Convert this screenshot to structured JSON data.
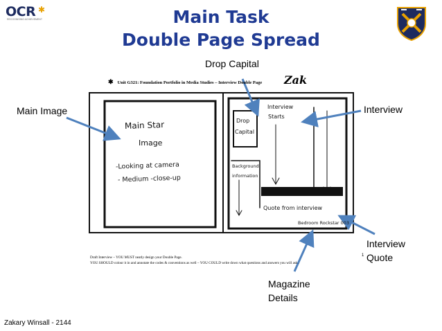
{
  "header": {
    "logo_text": "OCR",
    "logo_tagline": "RECOGNISING ACHIEVEMENT",
    "title_line1": "Main Task",
    "title_line2": "Double Page Spread"
  },
  "callouts": {
    "drop_capital": "Drop Capital",
    "main_image": "Main Image",
    "interview": "Interview",
    "interview_quote_line1": "Interview",
    "interview_quote_line2": "Quote",
    "magazine_details_line1": "Magazine",
    "magazine_details_line2": "Details"
  },
  "worksheet": {
    "header": "Unit G321: Foundation Portfolio in Media Studies – Interview Double Page",
    "student_name": "Zak",
    "left_page": {
      "line1": "Main   Star",
      "line2": "Image",
      "line3": "-Looking  at  camera",
      "line4": "- Medium  -close-up"
    },
    "right_page": {
      "drop_cap_line1": "Drop",
      "drop_cap_line2": "Capital",
      "interview_line1": "Interview",
      "interview_line2": "Starts",
      "background_line1": "Background",
      "background_line2": "information",
      "quote_text": "Quote  from  interview",
      "magazine_details": "Bedroom  Rockstar  003"
    },
    "draft_line1": "Draft Interview – YOU MUST neatly design your Double Page.",
    "draft_line2": "YOU SHOULD colour it in and annotate the codes & conventions as well – YOU COULD write down what questions and answers you will ask.",
    "page_number": "1"
  },
  "footer": {
    "author": "Zakary Winsall - 2144"
  },
  "colors": {
    "title": "#1f3a93",
    "arrow": "#4f81bd",
    "logo": "#1d2b5f",
    "crest_bg": "#1d2b5f",
    "crest_accent": "#e8a100"
  }
}
